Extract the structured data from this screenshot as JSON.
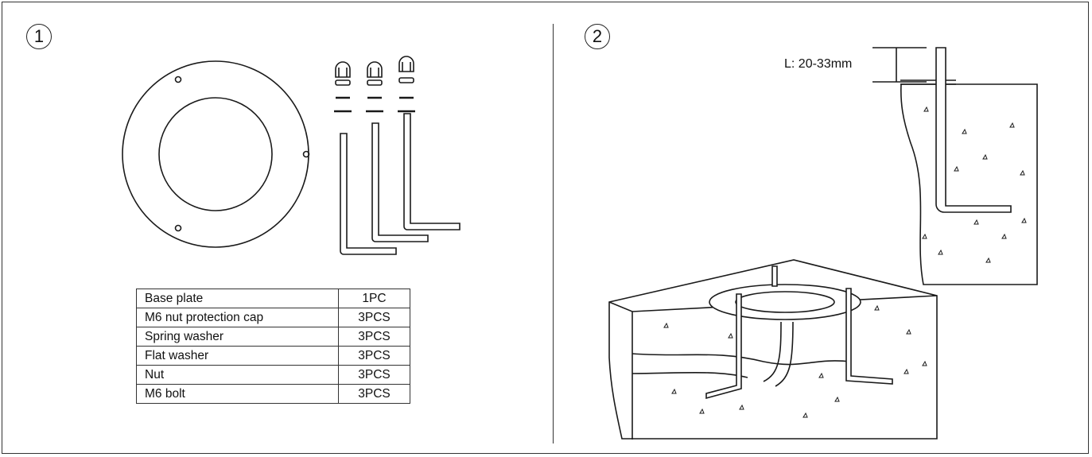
{
  "steps": [
    {
      "number": "1"
    },
    {
      "number": "2"
    }
  ],
  "parts_table": {
    "rows": [
      {
        "name": "Base plate",
        "qty": "1PC"
      },
      {
        "name": "M6 nut protection cap",
        "qty": "3PCS"
      },
      {
        "name": "Spring washer",
        "qty": "3PCS"
      },
      {
        "name": "Flat washer",
        "qty": "3PCS"
      },
      {
        "name": "Nut",
        "qty": "3PCS"
      },
      {
        "name": "M6 bolt",
        "qty": "3PCS"
      }
    ]
  },
  "dimension_label": "L: 20-33mm",
  "colors": {
    "line": "#1a1a1a",
    "background": "#ffffff"
  }
}
